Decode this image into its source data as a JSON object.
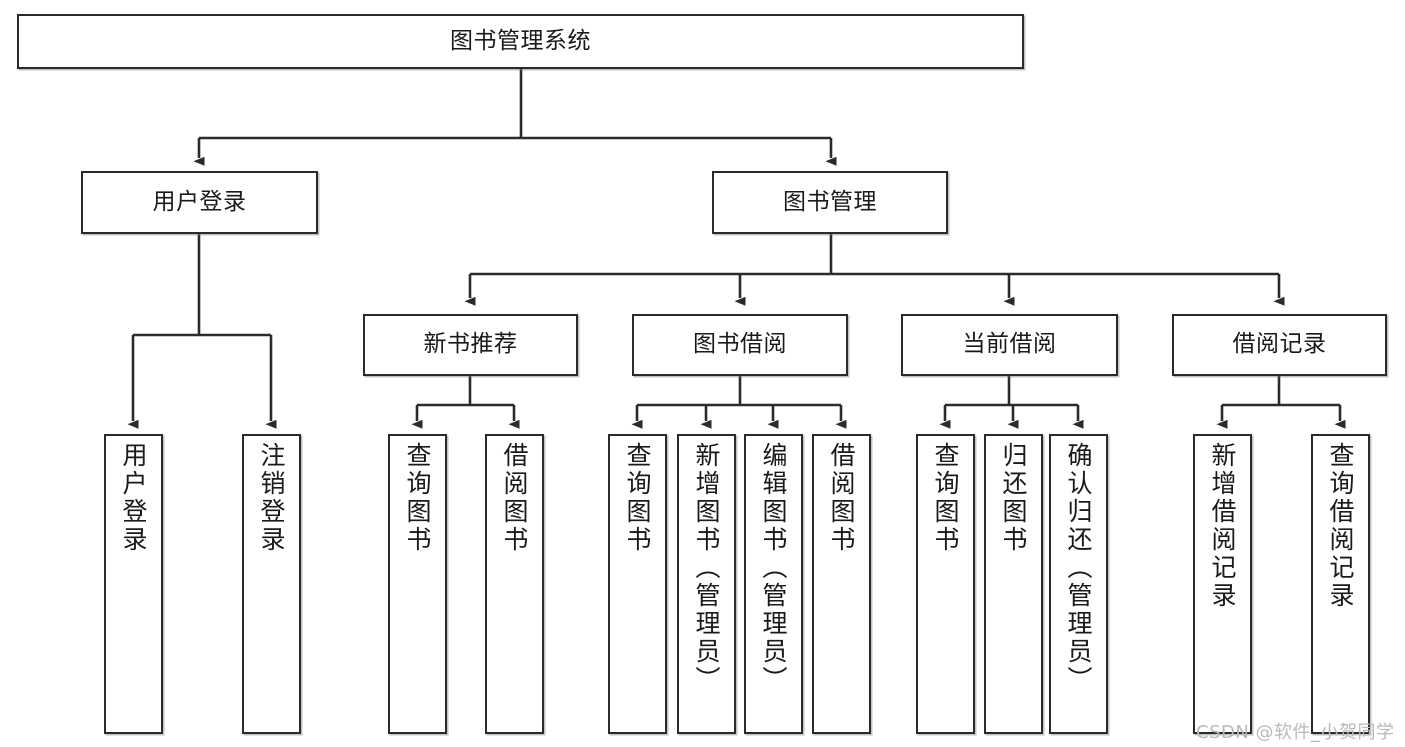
{
  "diagram": {
    "type": "tree-hierarchy-chart",
    "title": "图书管理系统",
    "watermark": "CSDN @软件_小贺同学",
    "colors": {
      "stroke": "#2b2b2b",
      "fill": "#ffffff",
      "text": "#1a1a1a",
      "background": "#ffffff",
      "watermark": "#b9b9b9"
    },
    "nodes": {
      "root": {
        "label": "图书管理系统",
        "level": 0,
        "orientation": "horizontal"
      },
      "l1": [
        {
          "id": "user-login",
          "label": "用户登录",
          "orientation": "horizontal"
        },
        {
          "id": "book-management",
          "label": "图书管理",
          "orientation": "horizontal"
        }
      ],
      "l2": [
        {
          "id": "new-book-recommend",
          "label": "新书推荐",
          "orientation": "horizontal"
        },
        {
          "id": "book-borrow",
          "label": "图书借阅",
          "orientation": "horizontal"
        },
        {
          "id": "current-borrow",
          "label": "当前借阅",
          "orientation": "horizontal"
        },
        {
          "id": "borrow-record",
          "label": "借阅记录",
          "orientation": "horizontal"
        }
      ],
      "leaves": {
        "user-login": [
          {
            "id": "leaf-user-login",
            "label": "用户登录",
            "orientation": "vertical"
          },
          {
            "id": "leaf-logout",
            "label": "注销登录",
            "orientation": "vertical"
          }
        ],
        "new-book-recommend": [
          {
            "id": "leaf-query-book-1",
            "label": "查询图书",
            "orientation": "vertical"
          },
          {
            "id": "leaf-borrow-book-1",
            "label": "借阅图书",
            "orientation": "vertical"
          }
        ],
        "book-borrow": [
          {
            "id": "leaf-query-book-2",
            "label": "查询图书",
            "orientation": "vertical"
          },
          {
            "id": "leaf-add-book",
            "label": "新增图书（管理员）",
            "orientation": "vertical"
          },
          {
            "id": "leaf-edit-book",
            "label": "编辑图书（管理员）",
            "orientation": "vertical"
          },
          {
            "id": "leaf-borrow-book-2",
            "label": "借阅图书",
            "orientation": "vertical"
          }
        ],
        "current-borrow": [
          {
            "id": "leaf-query-book-3",
            "label": "查询图书",
            "orientation": "vertical"
          },
          {
            "id": "leaf-return-book",
            "label": "归还图书",
            "orientation": "vertical"
          },
          {
            "id": "leaf-confirm-return",
            "label": "确认归还（管理员）",
            "orientation": "vertical"
          }
        ],
        "borrow-record": [
          {
            "id": "leaf-add-record",
            "label": "新增借阅记录",
            "orientation": "vertical"
          },
          {
            "id": "leaf-query-record",
            "label": "查询借阅记录",
            "orientation": "vertical"
          }
        ]
      }
    }
  }
}
